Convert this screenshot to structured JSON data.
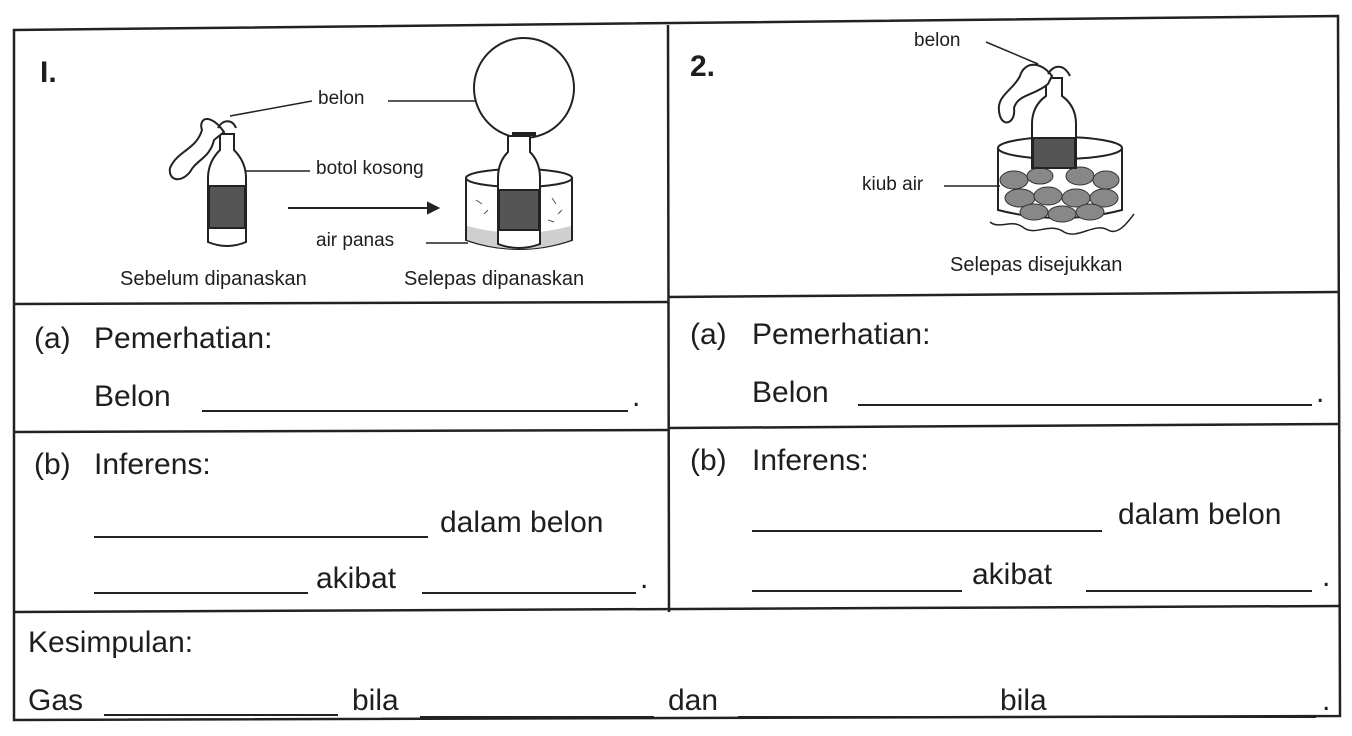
{
  "panel1": {
    "number": "I.",
    "labels": {
      "balloon": "belon",
      "bottle": "botol kosong",
      "hot_water": "air panas"
    },
    "caption_before": "Sebelum dipanaskan",
    "caption_after": "Selepas dipanaskan",
    "observation": {
      "prefix": "(a)",
      "heading": "Pemerhatian:",
      "lead": "Belon",
      "end": "."
    },
    "inference": {
      "prefix": "(b)",
      "heading": "Inferens:",
      "phrase1": "dalam belon",
      "phrase2": "akibat",
      "end": "."
    }
  },
  "panel2": {
    "number": "2.",
    "labels": {
      "balloon": "belon",
      "ice": "kiub air"
    },
    "caption": "Selepas disejukkan",
    "observation": {
      "prefix": "(a)",
      "heading": "Pemerhatian:",
      "lead": "Belon",
      "end": "."
    },
    "inference": {
      "prefix": "(b)",
      "heading": "Inferens:",
      "phrase1": "dalam belon",
      "phrase2": "akibat",
      "end": "."
    }
  },
  "conclusion": {
    "heading": "Kesimpulan:",
    "words": [
      "Gas",
      "bila",
      "dan",
      "bila"
    ],
    "end": "."
  }
}
